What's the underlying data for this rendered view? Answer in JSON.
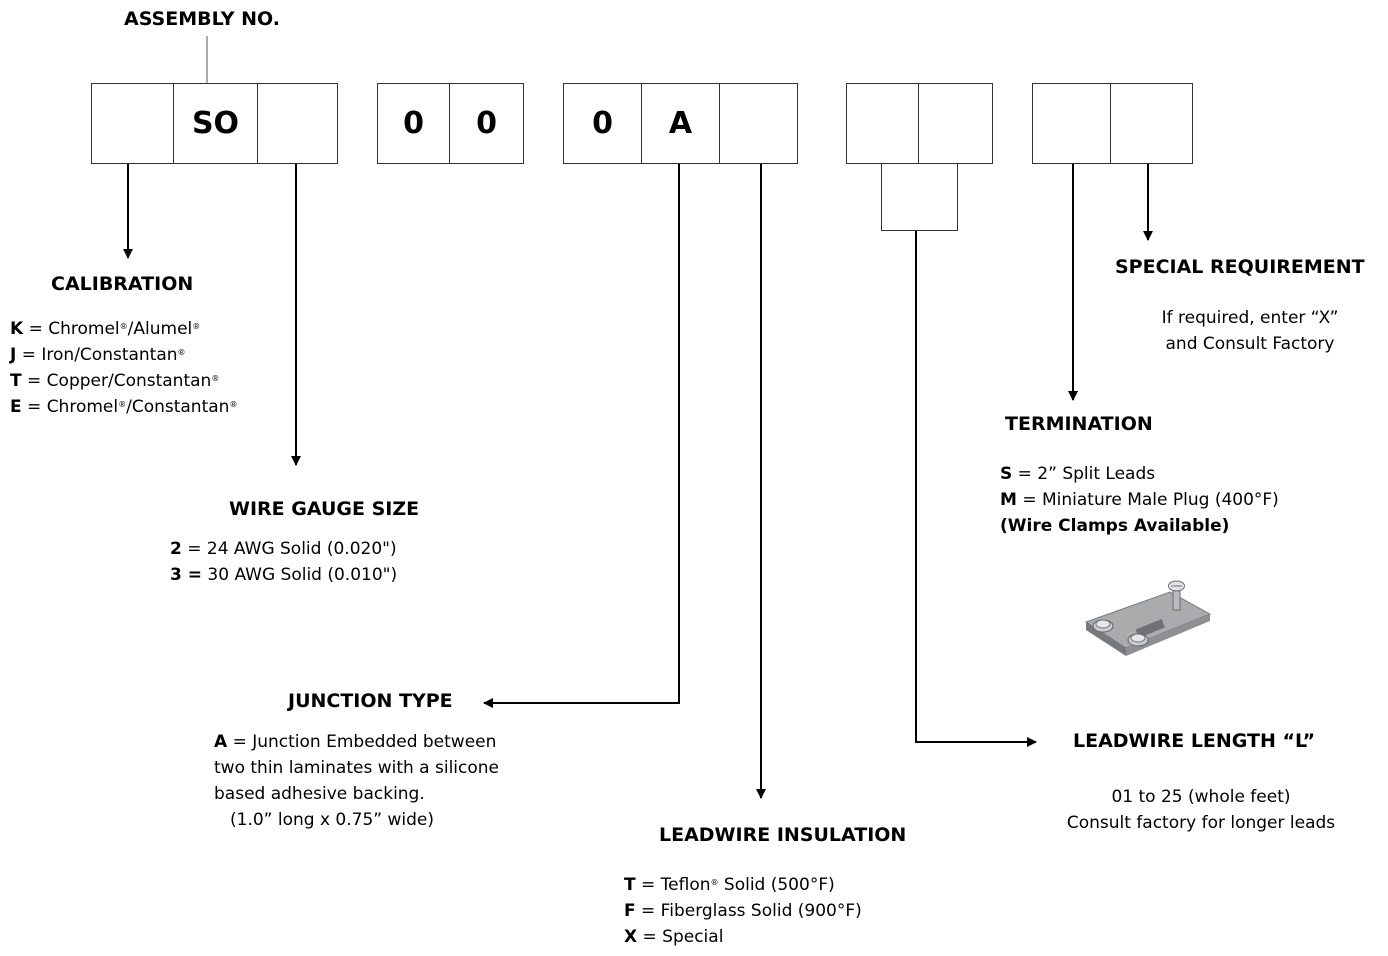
{
  "assembly_label": "ASSEMBLY NO.",
  "boxes": {
    "b1": "",
    "b2": "SO",
    "b3": "",
    "b4": "0",
    "b5": "0",
    "b6": "0",
    "b7": "A",
    "b8": "",
    "b9": "",
    "b10": "",
    "b11": "",
    "b12": "",
    "b13": ""
  },
  "calibration": {
    "title": "CALIBRATION",
    "items": [
      {
        "code": "K",
        "eq": " = ",
        "parts": [
          "Chromel",
          "®",
          "/Alumel",
          "®"
        ]
      },
      {
        "code": "J",
        "eq": " = ",
        "parts": [
          "Iron/Constantan",
          "®"
        ]
      },
      {
        "code": "T",
        "eq": " = ",
        "parts": [
          "Copper/Constantan",
          "®"
        ]
      },
      {
        "code": "E",
        "eq": " = ",
        "parts": [
          "Chromel",
          "®",
          "/Constantan",
          "®"
        ]
      }
    ]
  },
  "wire_gauge": {
    "title": "WIRE GAUGE SIZE",
    "items": [
      {
        "code": "2",
        "text": " = 24 AWG Solid (0.020\")"
      },
      {
        "code": "3 =",
        "text": " 30 AWG Solid (0.010\")"
      }
    ]
  },
  "junction": {
    "title": "JUNCTION TYPE",
    "code": "A",
    "line1": " = Junction Embedded between",
    "line2": "two thin laminates with a silicone",
    "line3": "based adhesive backing.",
    "line4": "(1.0” long x 0.75” wide)"
  },
  "insulation": {
    "title": "LEADWIRE INSULATION",
    "items": [
      {
        "code": "T",
        "text": " = Teflon",
        "reg": "®",
        "after": " Solid (500°F)"
      },
      {
        "code": "F",
        "text": " = Fiberglass Solid (900°F)",
        "reg": "",
        "after": ""
      },
      {
        "code": "X",
        "text": " = Special",
        "reg": "",
        "after": ""
      }
    ]
  },
  "length": {
    "title": "LEADWIRE LENGTH “L”",
    "line1": "01 to 25 (whole feet)",
    "line2": "Consult factory for longer leads"
  },
  "termination": {
    "title": "TERMINATION",
    "items": [
      {
        "code": "S",
        "text": " = 2” Split Leads"
      },
      {
        "code": "M",
        "text": " = Miniature Male Plug (400°F)"
      }
    ],
    "note": "(Wire Clamps Available)"
  },
  "special": {
    "title": "SPECIAL REQUIREMENT",
    "line1": "If required, enter “X”",
    "line2": "and Consult Factory"
  }
}
